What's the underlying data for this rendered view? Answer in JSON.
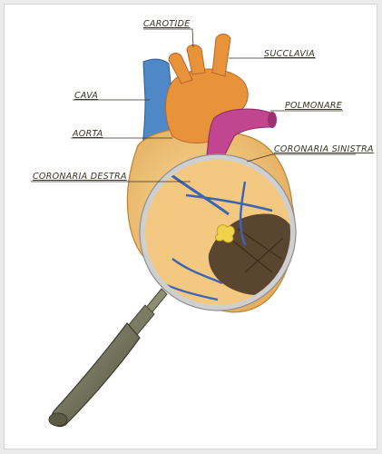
{
  "diagram": {
    "labels": {
      "carotide": "CAROTIDE",
      "succlavia": "SUCCLAVIA",
      "cava": "CAVA",
      "polmonare": "POLMONARE",
      "aorta": "AORTA",
      "coronaria_sinistra": "CORONARIA SINISTRA",
      "coronaria_destra": "CORONARIA DESTRA"
    },
    "colors": {
      "aorta": "#e8923a",
      "cava": "#4f88c6",
      "pulmonary": "#c2458f",
      "heart": "#f1c77a",
      "vessels": "#3d63b3",
      "infarct": "#5a4630",
      "magnifier_handle": "#6b6a55"
    }
  }
}
